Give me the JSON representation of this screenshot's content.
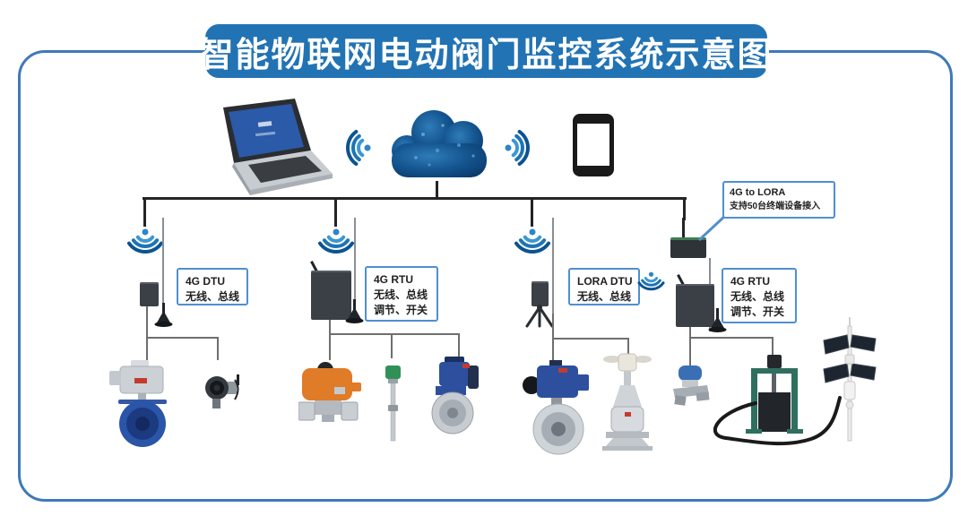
{
  "title": "智能物联网电动阀门监控系统示意图",
  "colors": {
    "banner_bg": "#2173b4",
    "frame_border": "#3d7ab8",
    "label_border": "#4f8fd0",
    "label_text": "#1f1f1f",
    "wire_dark": "#242424",
    "wire_grey": "#6e6e6e",
    "wifi_light": "#3c97d4",
    "wifi_mid": "#1e74b4",
    "wifi_dark": "#0c5392",
    "cloud_blue": "#14548f",
    "gateway_green": "#3f7d52"
  },
  "top_nodes": {
    "laptop": "laptop",
    "cloud": "iot-cloud",
    "phone": "smartphone"
  },
  "labels": {
    "gateway": {
      "line1": "4G to LORA",
      "line2": "支持50台终端设备接入"
    },
    "dtu1": {
      "line1": "4G DTU",
      "line2": "无线、总线"
    },
    "rtu1": {
      "line1": "4G RTU",
      "line2": "无线、总线",
      "line3": "调节、开关"
    },
    "lora_dtu": {
      "line1": "LORA DTU",
      "line2": "无线、总线"
    },
    "rtu2": {
      "line1": "4G RTU",
      "line2": "无线、总线",
      "line3": "调节、开关"
    }
  },
  "devices": [
    "electric-butterfly-valve-blue",
    "wireless-pressure-transmitter",
    "electric-ball-valve-orange",
    "temperature-sensor",
    "electric-valve-blue",
    "electric-butterfly-valve-large",
    "electric-gate-valve",
    "pressure-transmitter-blue",
    "electric-sluice-gate",
    "solar-power-pole"
  ]
}
